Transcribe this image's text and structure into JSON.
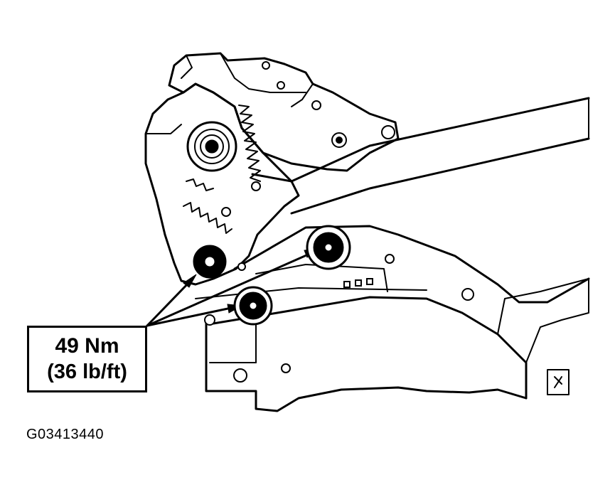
{
  "callout": {
    "torque_nm": "49 Nm",
    "torque_lbft": "(36 lb/ft)"
  },
  "figure_id": "G03413440",
  "colors": {
    "line": "#000000",
    "background": "#ffffff"
  }
}
